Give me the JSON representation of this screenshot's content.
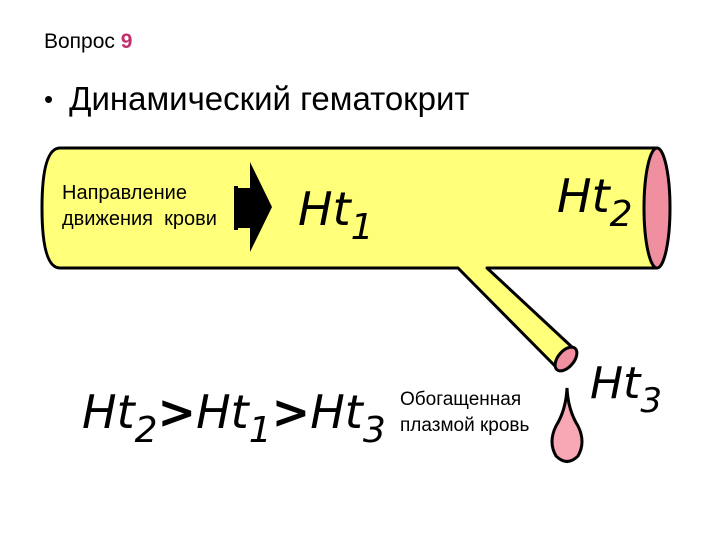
{
  "slide": {
    "question_prefix": "Вопрос",
    "question_number": "9",
    "bullet": "•",
    "heading": "Динамический гематокрит"
  },
  "diagram": {
    "flow_label_line1": "Направление",
    "flow_label_line2": "движения  крови",
    "ht1": {
      "base": "Ht",
      "sub": "1"
    },
    "ht2": {
      "base": "Ht",
      "sub": "2"
    },
    "ht3": {
      "base": "Ht",
      "sub": "3"
    },
    "plasma_label_line1": "Обогащенная",
    "plasma_label_line2": "плазмой кровь",
    "formula": {
      "t1": "Ht",
      "s1": "2",
      "op1": ">",
      "t2": "Ht",
      "s2": "1",
      "op2": ">",
      "t3": "Ht",
      "s3": "3"
    },
    "colors": {
      "vessel_fill": "#ffff7a",
      "vessel_stroke": "#000000",
      "vessel_end_fill": "#f08fa0",
      "drop_fill": "#f7a8b4",
      "arrow_fill": "#000000",
      "number_accent": "#c0306a"
    }
  }
}
